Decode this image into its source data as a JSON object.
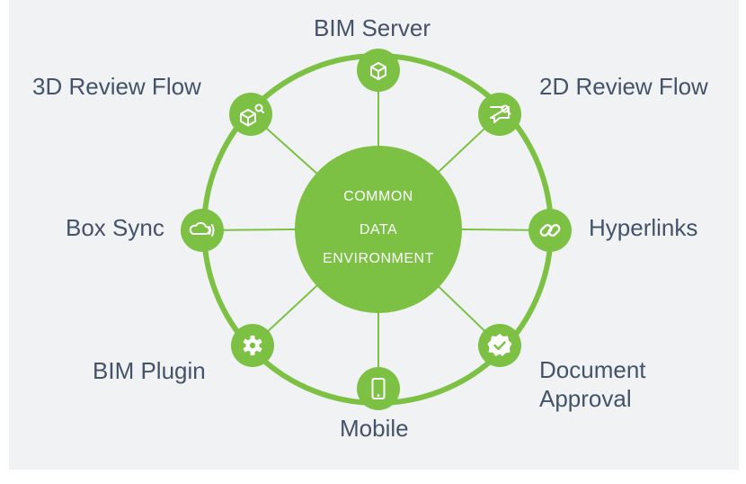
{
  "center": {
    "line1": "COMMON",
    "line2": "DATA",
    "line3": "ENVIRONMENT"
  },
  "colors": {
    "green": "#7cc144",
    "background": "#f1f2f3",
    "text": "#44536a",
    "icon": "#ffffff"
  },
  "nodes": [
    {
      "label": "BIM Server",
      "icon": "cube-icon"
    },
    {
      "label": "2D Review Flow",
      "icon": "chat-search-icon"
    },
    {
      "label": "Hyperlinks",
      "icon": "link-icon"
    },
    {
      "label": "Document",
      "label2": "Approval",
      "icon": "check-badge-icon"
    },
    {
      "label": "Mobile",
      "icon": "phone-icon"
    },
    {
      "label": "BIM Plugin",
      "icon": "gear-icon"
    },
    {
      "label": "Box Sync",
      "icon": "cloud-sync-icon"
    },
    {
      "label": "3D Review Flow",
      "icon": "cube-search-icon"
    }
  ]
}
